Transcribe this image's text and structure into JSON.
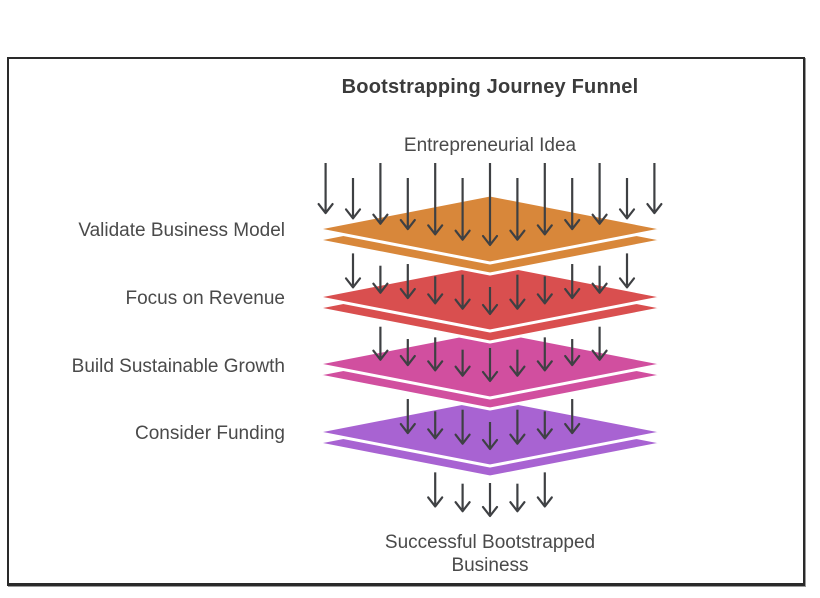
{
  "title": "Bootstrapping Journey Funnel",
  "top_label": "Entrepreneurial Idea",
  "bottom_label": "Successful Bootstrapped Business",
  "layers": [
    {
      "label": "Validate Business Model",
      "color": "#d8873a"
    },
    {
      "label": "Focus on Revenue",
      "color": "#d94f4f"
    },
    {
      "label": "Build Sustainable Growth",
      "color": "#d14f9f"
    },
    {
      "label": "Consider Funding",
      "color": "#a863d2"
    }
  ],
  "arrow_bands": [
    13,
    11,
    9,
    7,
    5
  ],
  "colors": {
    "arrow": "#3e4043",
    "text": "#4a4a4a",
    "title": "#3b3b3b",
    "border": "#2a2a2a",
    "background": "#ffffff",
    "layer_outline": "#ffffff"
  }
}
